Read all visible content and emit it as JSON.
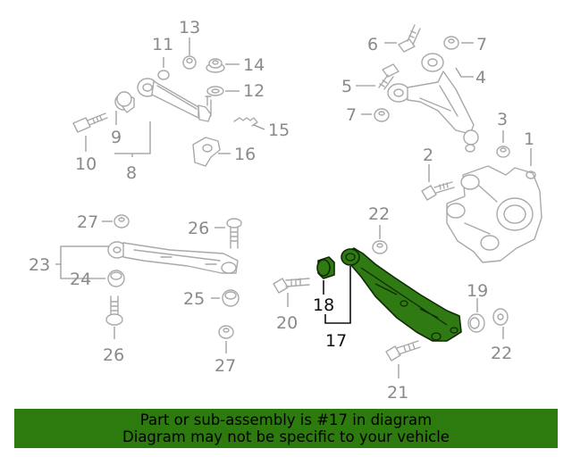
{
  "callouts": {
    "c1": "1",
    "c2": "2",
    "c3": "3",
    "c4": "4",
    "c5": "5",
    "c6": "6",
    "c7a": "7",
    "c7b": "7",
    "c8": "8",
    "c9": "9",
    "c10": "10",
    "c11": "11",
    "c12": "12",
    "c13": "13",
    "c14": "14",
    "c15": "15",
    "c16": "16",
    "c17": "17",
    "c18": "18",
    "c19": "19",
    "c20": "20",
    "c21": "21",
    "c22a": "22",
    "c22b": "22",
    "c23": "23",
    "c24": "24",
    "c25": "25",
    "c26a": "26",
    "c26b": "26",
    "c27a": "27",
    "c27b": "27"
  },
  "highlight": {
    "part_number": "17",
    "color": "#2d7a0f"
  },
  "banner": {
    "line1": "Part or sub-assembly is #17 in diagram",
    "line2": "Diagram may not be specific to your vehicle"
  }
}
